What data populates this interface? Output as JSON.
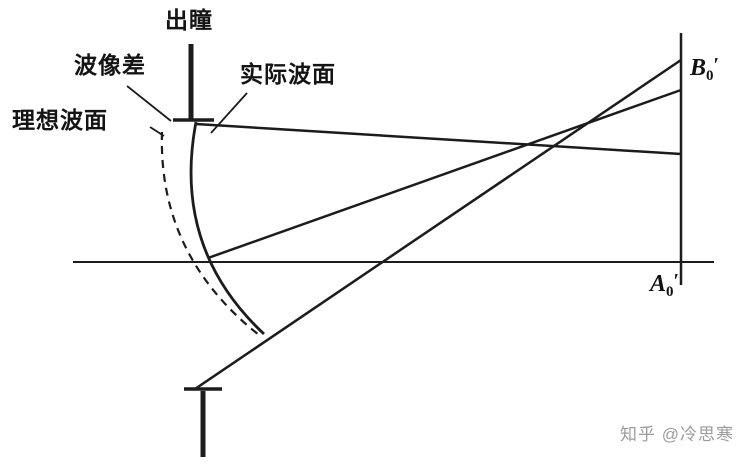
{
  "figure": {
    "labels": {
      "exit_pupil": "出瞳",
      "wave_aberration": "波像差",
      "actual_wavefront": "实际波面",
      "ideal_wavefront": "理想波面"
    },
    "points": {
      "b": {
        "letter": "B",
        "sub": "0",
        "prime": "′"
      },
      "a": {
        "letter": "A",
        "sub": "0",
        "prime": "′"
      }
    },
    "watermark": "知乎 @冷思寒",
    "colors": {
      "line": "#1c1c1c",
      "background": "#ffffff",
      "watermark": "#9b9b9b"
    }
  }
}
